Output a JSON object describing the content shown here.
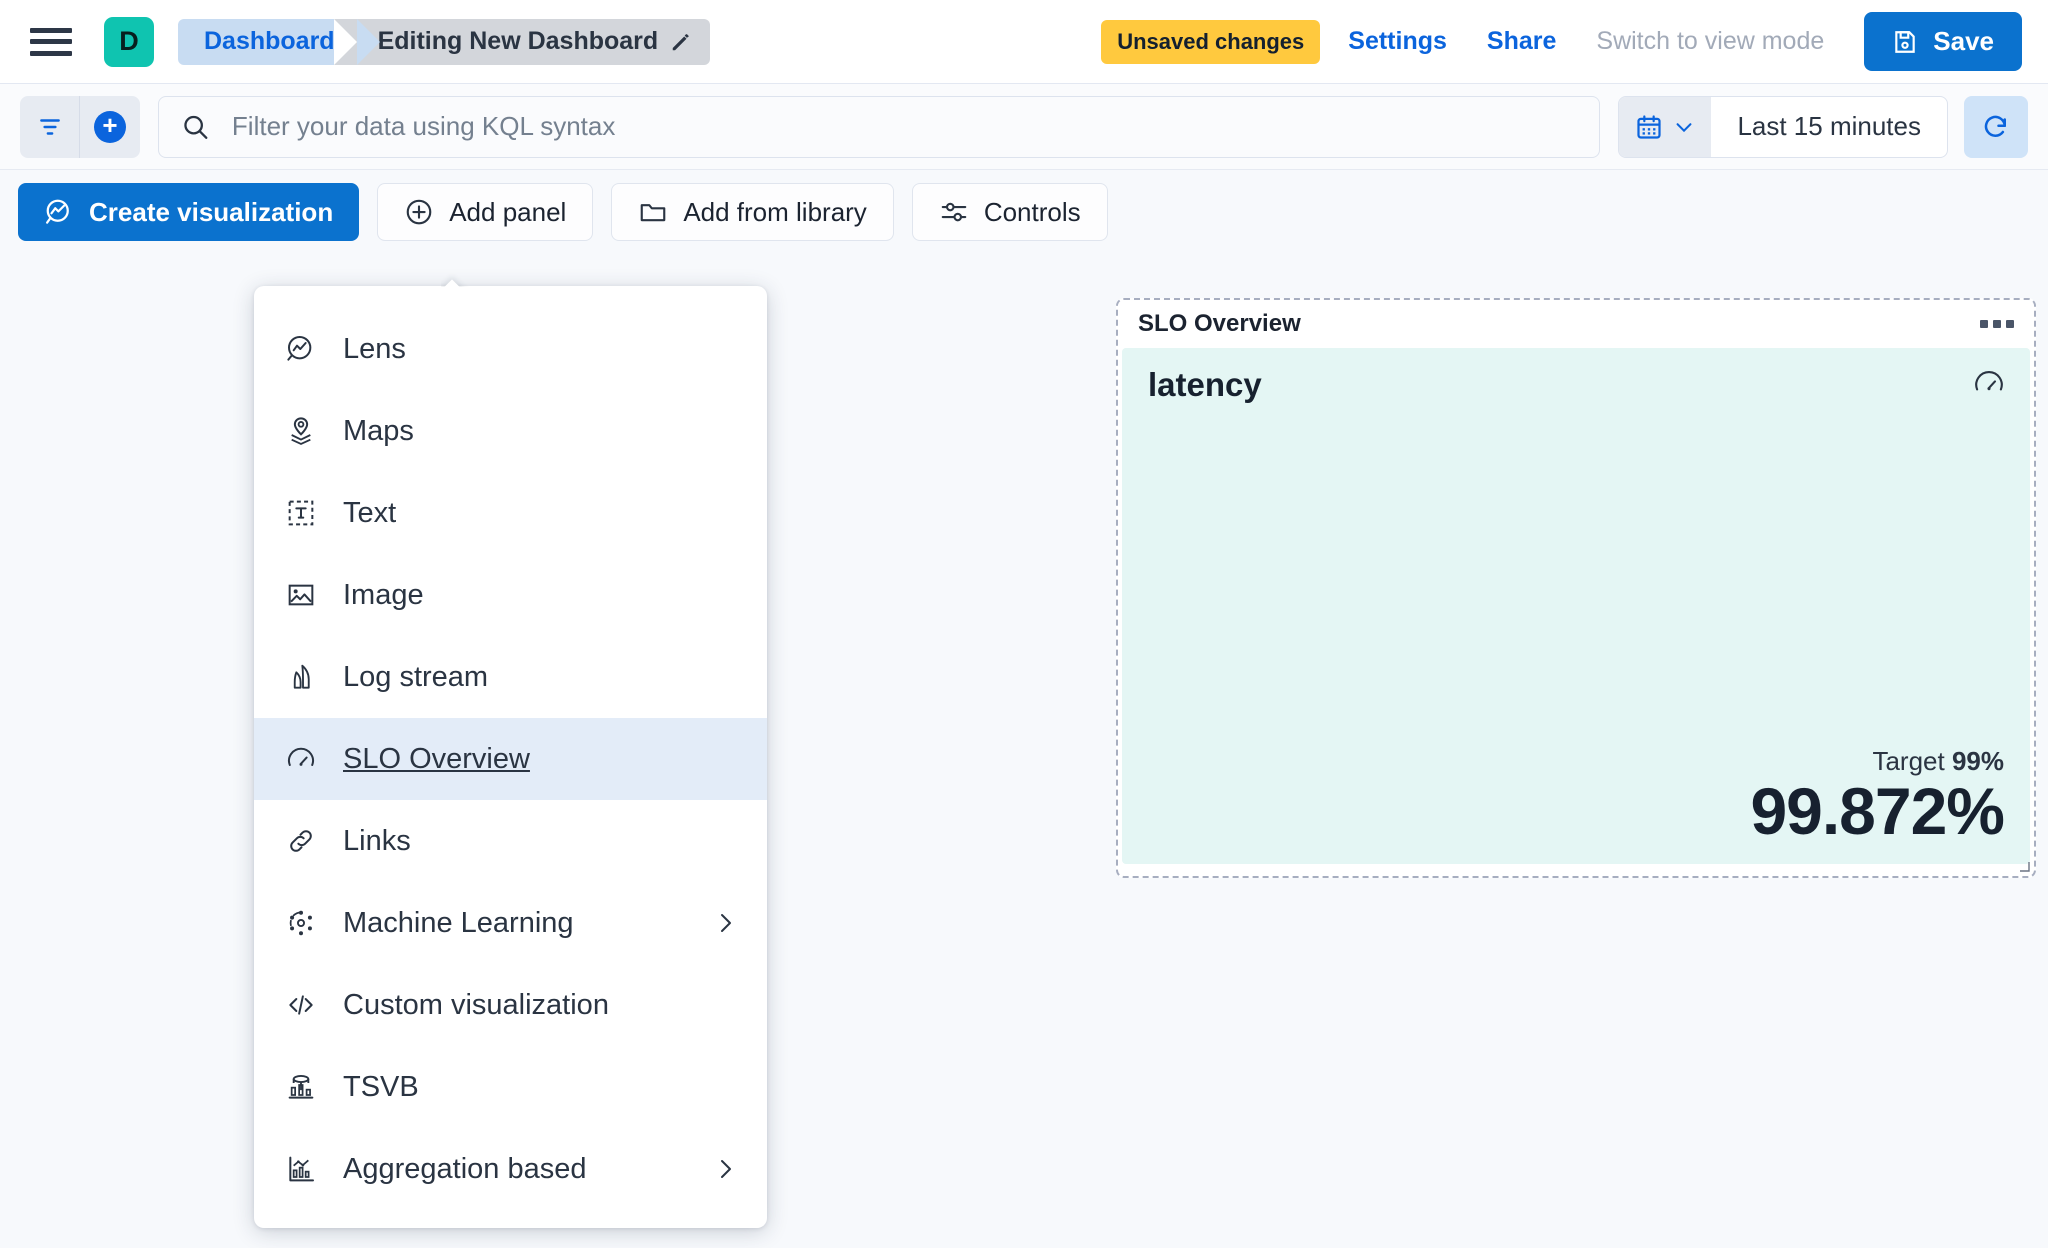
{
  "header": {
    "menu_icon": "hamburger-icon",
    "app_badge": "D",
    "breadcrumb_root": "Dashboard",
    "breadcrumb_current": "Editing New Dashboard",
    "edit_icon": "pencil-icon",
    "unsaved_badge": "Unsaved changes",
    "settings_link": "Settings",
    "share_link": "Share",
    "view_mode_link": "Switch to view mode",
    "save_label": "Save",
    "save_icon": "save-disk-icon",
    "accent_blue": "#0B64DD",
    "save_button_color": "#0B72CE",
    "badge_yellow": "#FFC93E",
    "app_badge_color": "#0FC4B0"
  },
  "querybar": {
    "filter_icon": "filter-icon",
    "add_filter_icon": "plus-circle-icon",
    "search_icon": "search-icon",
    "search_value": "",
    "search_placeholder": "Filter your data using KQL syntax",
    "calendar_icon": "calendar-icon",
    "chevron_icon": "chevron-down-icon",
    "time_range": "Last 15 minutes",
    "refresh_icon": "refresh-icon"
  },
  "toolbar": {
    "create_visualization": "Create visualization",
    "create_visualization_icon": "lens-icon",
    "add_panel": "Add panel",
    "add_panel_icon": "plus-circle-outline-icon",
    "add_from_library": "Add from library",
    "add_from_library_icon": "folder-icon",
    "controls": "Controls",
    "controls_icon": "sliders-icon"
  },
  "menu": {
    "items": [
      {
        "label": "Lens",
        "icon": "lens-icon",
        "selected": false,
        "has_submenu": false
      },
      {
        "label": "Maps",
        "icon": "maps-icon",
        "selected": false,
        "has_submenu": false
      },
      {
        "label": "Text",
        "icon": "text-icon",
        "selected": false,
        "has_submenu": false
      },
      {
        "label": "Image",
        "icon": "image-icon",
        "selected": false,
        "has_submenu": false
      },
      {
        "label": "Log stream",
        "icon": "logstream-icon",
        "selected": false,
        "has_submenu": false
      },
      {
        "label": "SLO Overview",
        "icon": "gauge-icon",
        "selected": true,
        "has_submenu": false
      },
      {
        "label": "Links",
        "icon": "link-icon",
        "selected": false,
        "has_submenu": false
      },
      {
        "label": "Machine Learning",
        "icon": "ml-icon",
        "selected": false,
        "has_submenu": true
      },
      {
        "label": "Custom visualization",
        "icon": "code-icon",
        "selected": false,
        "has_submenu": false
      },
      {
        "label": "TSVB",
        "icon": "tsvb-icon",
        "selected": false,
        "has_submenu": false
      },
      {
        "label": "Aggregation based",
        "icon": "agg-chart-icon",
        "selected": false,
        "has_submenu": true
      }
    ],
    "selected_bg": "#E3ECF8"
  },
  "slo_panel": {
    "title": "SLO Overview",
    "context_menu_icon": "more-options-icon",
    "metric_name": "latency",
    "gauge_icon": "gauge-icon",
    "target_label": "Target",
    "target_value": "99%",
    "value": "99.872%",
    "body_color": "#E4F6F4"
  }
}
